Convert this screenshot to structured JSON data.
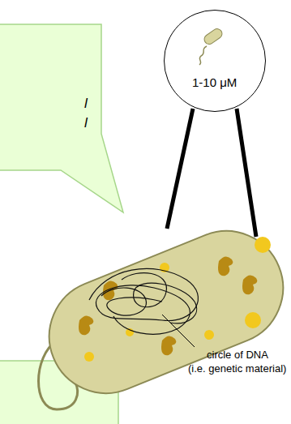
{
  "diagram": {
    "nodes": [
      {
        "text": [
          "l",
          "l"
        ]
      },
      {
        "text": [
          "1-10 μM"
        ]
      }
    ],
    "labels": [
      "circle of DNA",
      "(i.e. genetic material)"
    ]
  }
}
